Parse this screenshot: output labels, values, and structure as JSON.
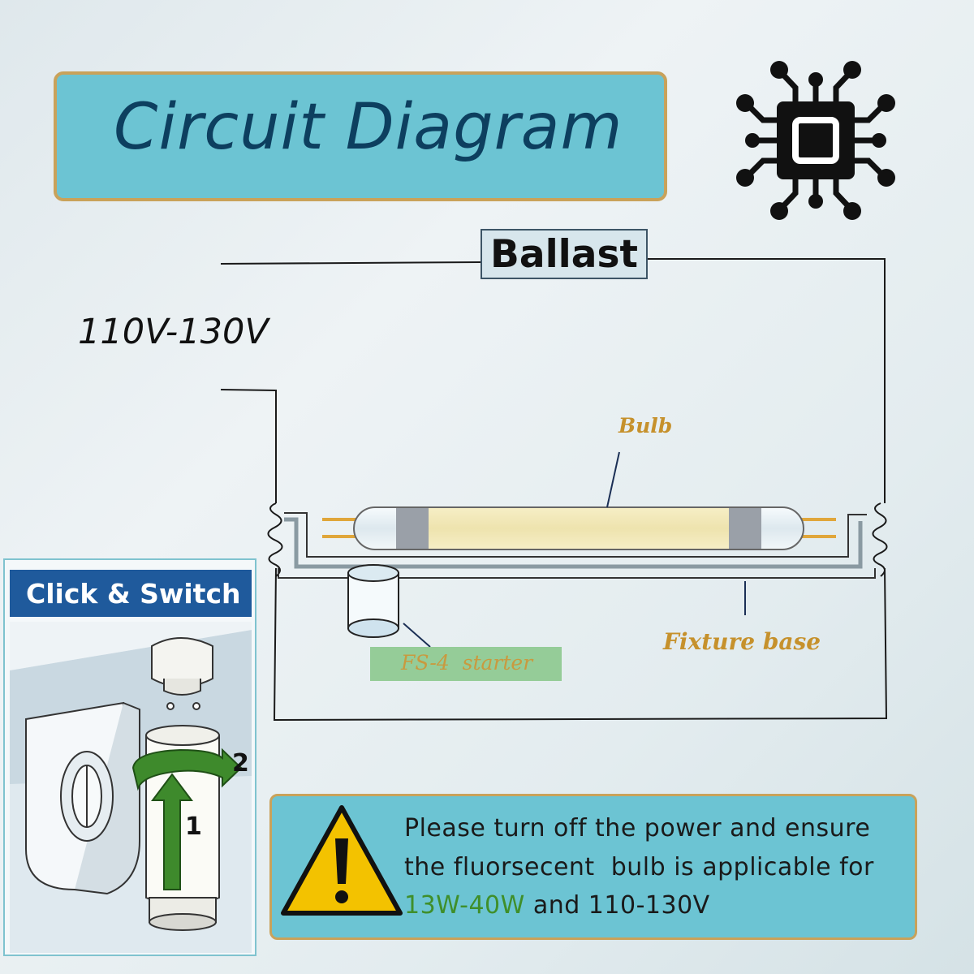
{
  "title": "Circuit Diagram",
  "ballast_label": "Ballast",
  "voltage_label": "110V-130V",
  "bulb_label": "Bulb",
  "fixture_label": "Fixture base",
  "starter_label": "FS-4  starter",
  "click_switch": {
    "title": "Click & Switch",
    "step1": "1",
    "step2": "2"
  },
  "warning": {
    "line1": "Please turn off the power and ensure",
    "line2": "the fluorsecent  bulb is applicable for",
    "line3_accent": "13W-40W",
    "line3_rest": " and 110-130V"
  },
  "icons": [
    "circuit-chip-icon",
    "warning-triangle-icon"
  ],
  "colors": {
    "panel_teal": "#6cc4d3",
    "border_gold": "#c9a25a",
    "title_navy": "#0d3f5f",
    "label_amber": "#c6912c",
    "accent_green": "#3f8f2a",
    "header_blue": "#1f5a9c"
  }
}
